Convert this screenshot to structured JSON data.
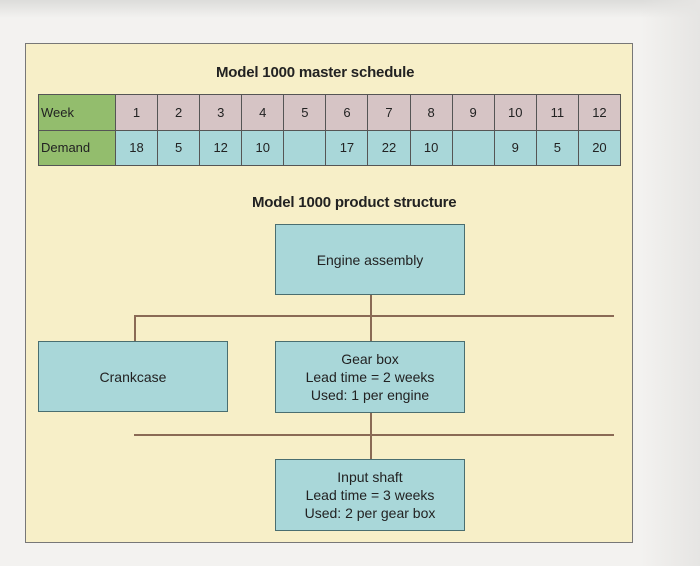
{
  "schedule": {
    "title": "Model 1000 master schedule",
    "row_week_label": "Week",
    "row_demand_label": "Demand",
    "weeks": [
      "1",
      "2",
      "3",
      "4",
      "5",
      "6",
      "7",
      "8",
      "9",
      "10",
      "11",
      "12"
    ],
    "demand": [
      "18",
      "5",
      "12",
      "10",
      "",
      "17",
      "22",
      "10",
      "",
      "9",
      "5",
      "20"
    ]
  },
  "structure": {
    "title": "Model 1000 product structure",
    "engine": {
      "label": "Engine assembly"
    },
    "crankcase": {
      "label": "Crankcase"
    },
    "gearbox": {
      "name": "Gear box",
      "lead": "Lead time = 2 weeks",
      "used": "Used: 1 per engine"
    },
    "shaft": {
      "name": "Input shaft",
      "lead": "Lead time = 3 weeks",
      "used": "Used: 2 per gear box"
    }
  }
}
